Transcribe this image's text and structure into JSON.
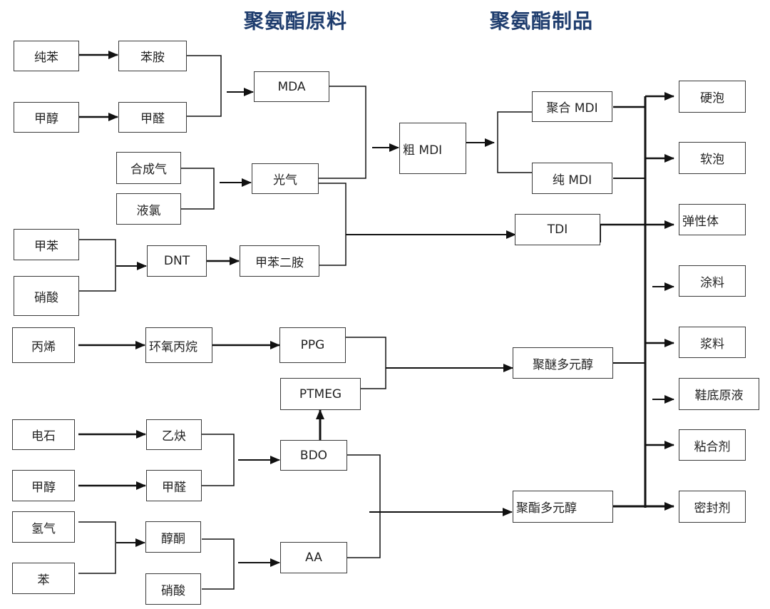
{
  "titles": {
    "raw_materials": "聚氨酯原料",
    "products": "聚氨酯制品"
  },
  "colors": {
    "title": "#1f3d6e",
    "line": "#111111",
    "box_border": "#3a3a3a"
  },
  "nodes": {
    "chunben": "纯苯",
    "benan": "苯胺",
    "jiachun1": "甲醇",
    "jiaquan1": "甲醛",
    "mda": "MDA",
    "hechengqi": "合成气",
    "yelv": "液氯",
    "guangqi": "光气",
    "jiaben": "甲苯",
    "xiaosuan1": "硝酸",
    "dnt": "DNT",
    "jiabenerAn": "甲苯二胺",
    "cumdi": "粗 MDI",
    "juhemdi": "聚合 MDI",
    "chunmdi": "纯 MDI",
    "tdi": "TDI",
    "bingxi": "丙烯",
    "huanyangbingwan": "环氧丙烷",
    "ppg": "PPG",
    "ptmeg": "PTMEG",
    "juimi": "聚醚多元醇",
    "dianshi": "电石",
    "yique": "乙炔",
    "jiachun2": "甲醇",
    "jiaquan2": "甲醛",
    "bdo": "BDO",
    "qingqi": "氢气",
    "ben": "苯",
    "chuntong": "醇酮",
    "xiaosuan2": "硝酸",
    "aa": "AA",
    "juzhi": "聚酯多元醇",
    "yingpao": "硬泡",
    "ruanpao": "软泡",
    "tanxingti": "弹性体",
    "tuliao": "涂料",
    "jiangliao": "浆料",
    "xiediyuanye": "鞋底原液",
    "nianheji": "粘合剂",
    "mifengji": "密封剂"
  }
}
